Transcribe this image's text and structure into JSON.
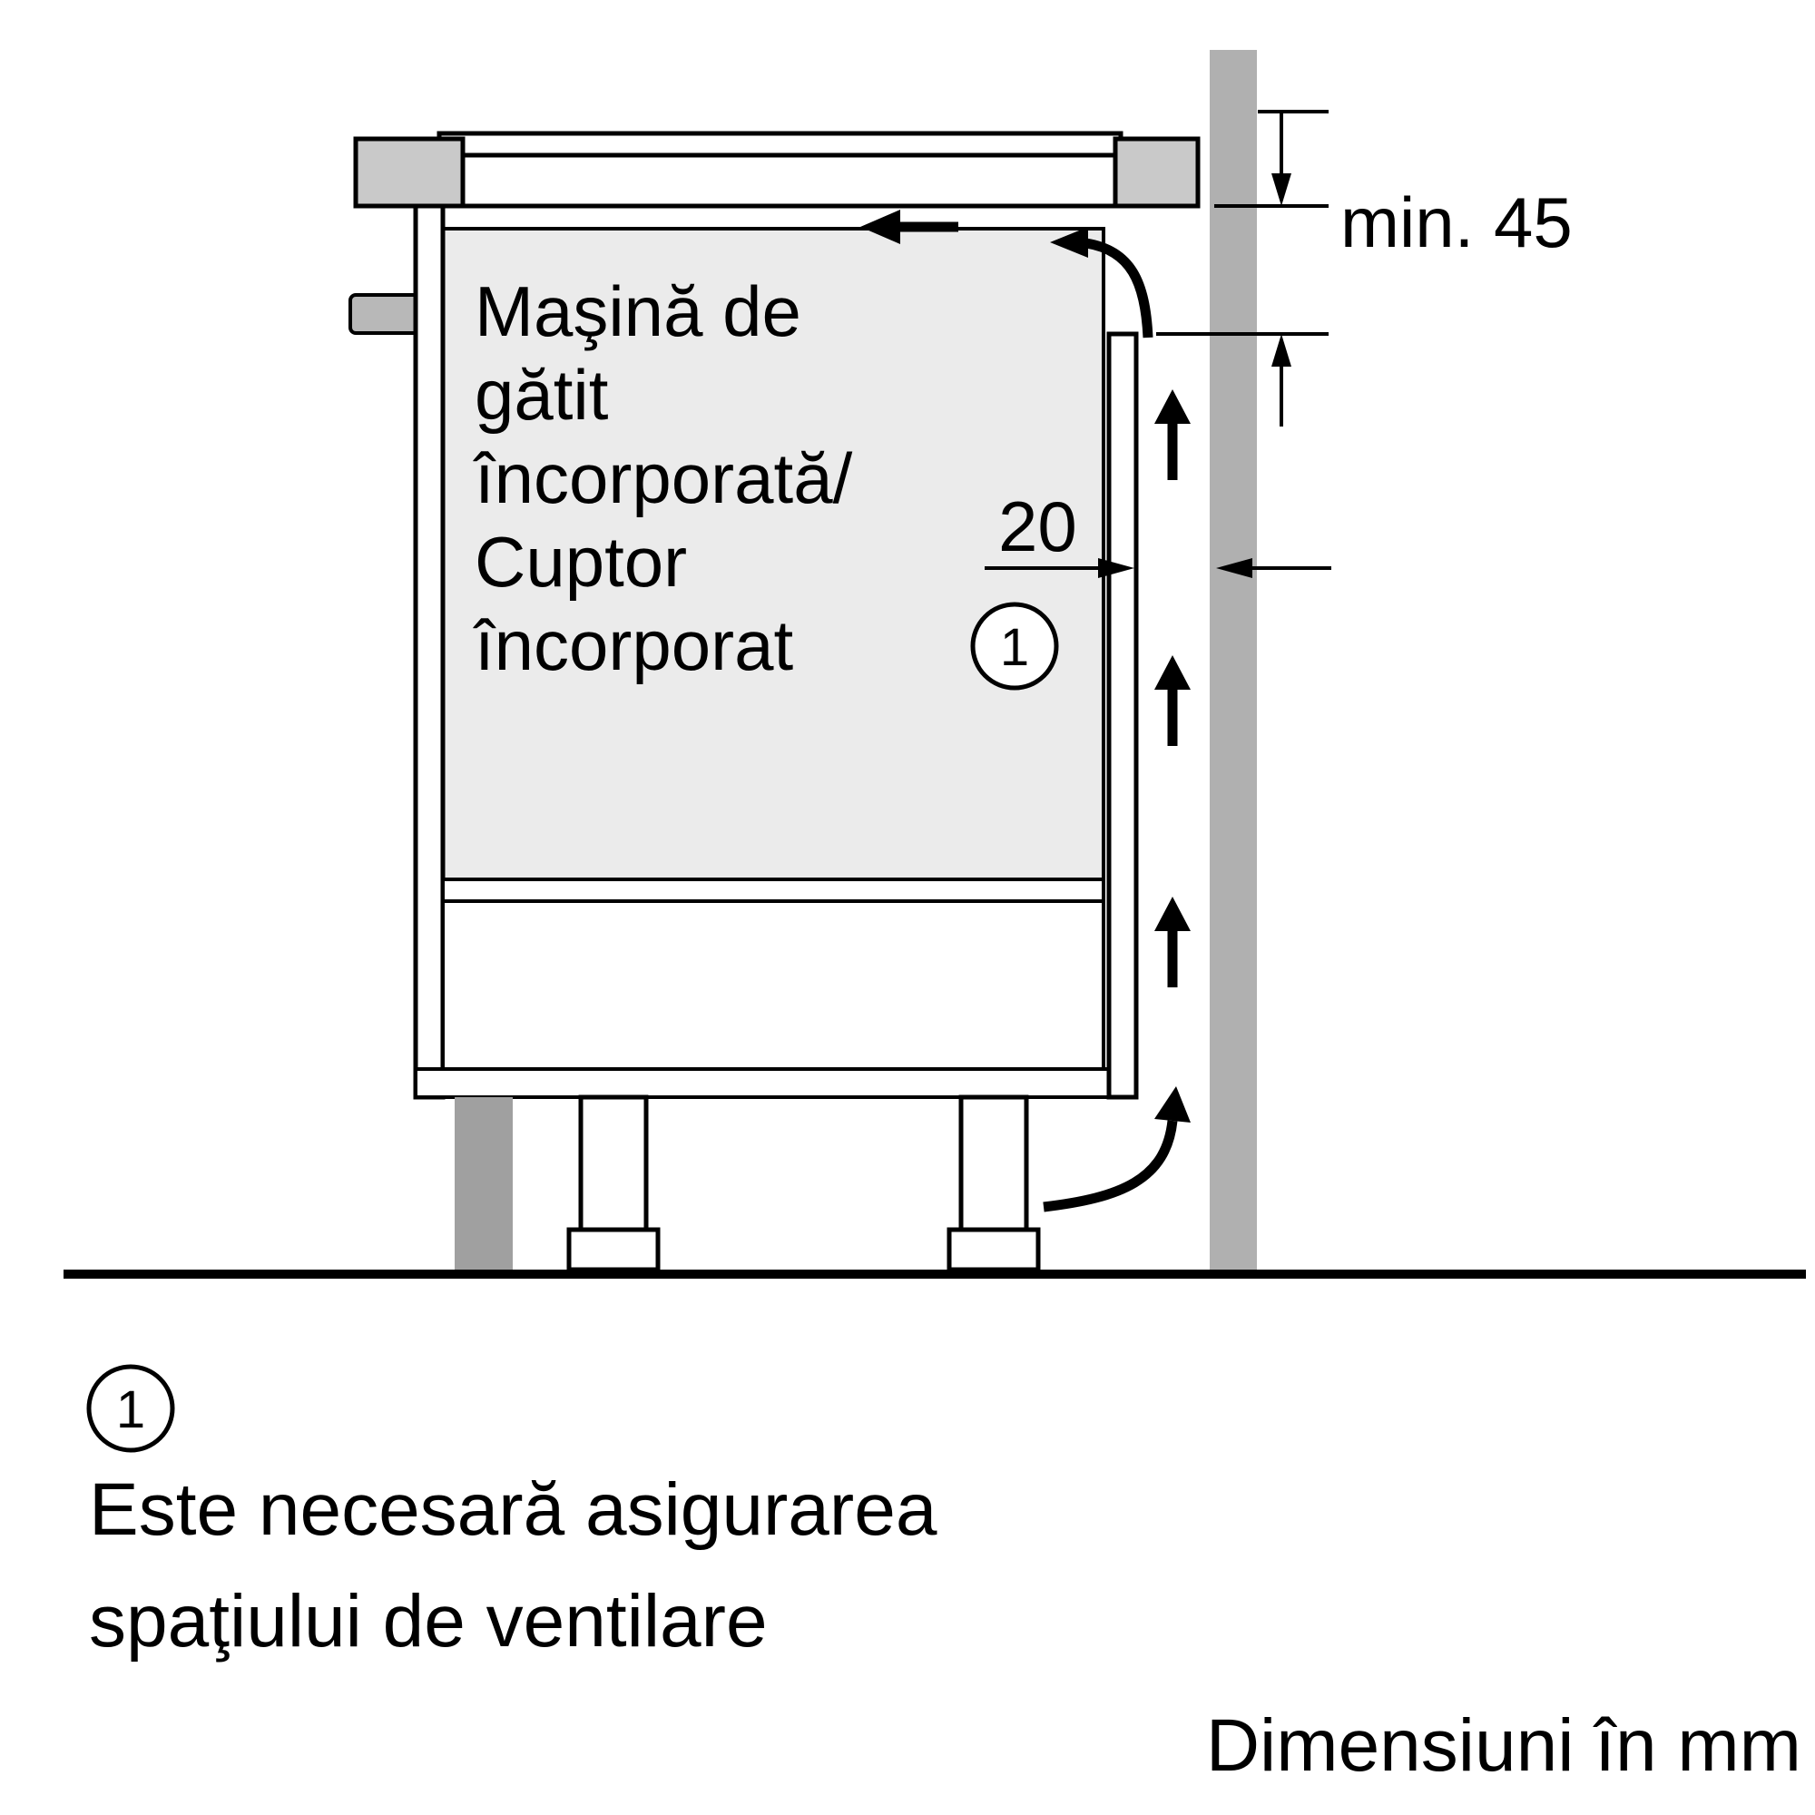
{
  "diagram": {
    "appliance_label_lines": [
      "Maşină de",
      "gătit",
      "încorporată/",
      "Cuptor",
      "încorporat"
    ],
    "dim_top_clearance": "min. 45",
    "dim_rear_gap": "20",
    "note_marker": "1",
    "units_note": "Dimensiuni în mm"
  },
  "legend": {
    "marker": "1",
    "note_line1": "Este necesară asigurarea",
    "note_line2": "spaţiului de ventilare"
  },
  "colors": {
    "wall": "#b0b0b0",
    "cabinet_interior": "#ebebeb",
    "hob_trim": "#c9c9c9",
    "plinth": "#a0a0a0",
    "connection_box": "#b8b8b8",
    "line": "#000000"
  }
}
